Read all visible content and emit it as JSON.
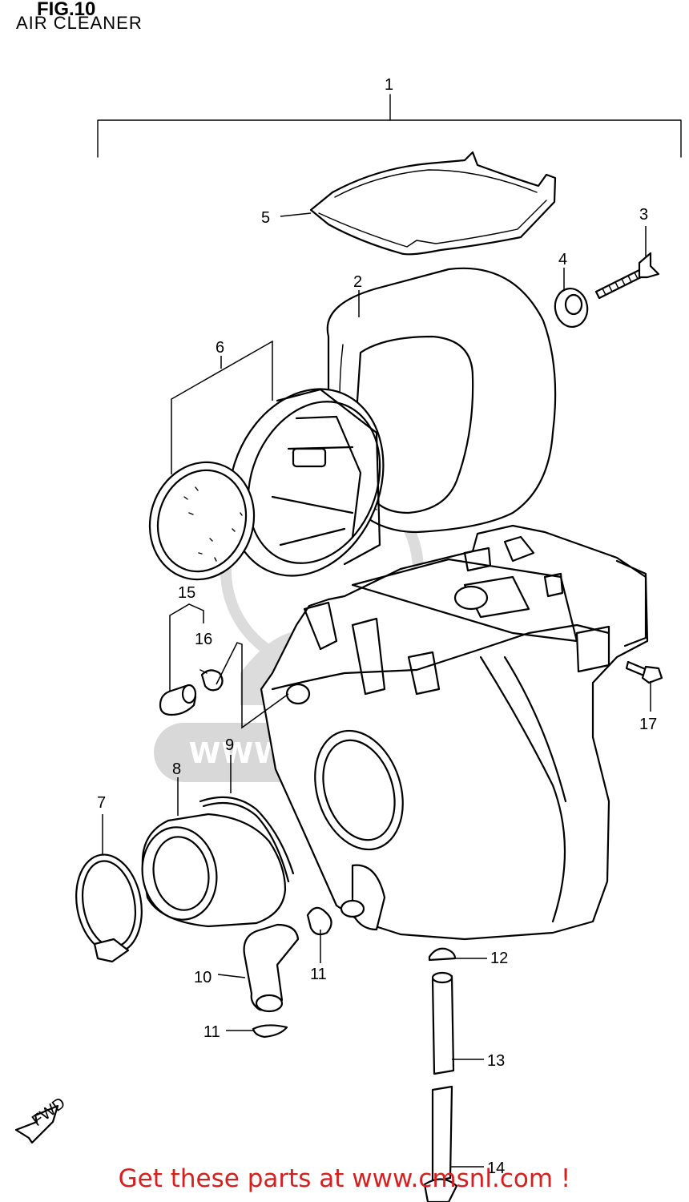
{
  "header": {
    "title": "FIG.10",
    "subtitle": "AIR CLEANER"
  },
  "watermark": {
    "text": "WWW.CMSNL.COM",
    "color": "#d8d8d8"
  },
  "parts": [
    {
      "number": "1"
    },
    {
      "number": "2"
    },
    {
      "number": "3"
    },
    {
      "number": "4"
    },
    {
      "number": "5"
    },
    {
      "number": "6"
    },
    {
      "number": "7"
    },
    {
      "number": "8"
    },
    {
      "number": "9"
    },
    {
      "number": "10"
    },
    {
      "number": "11"
    },
    {
      "number": "11"
    },
    {
      "number": "12"
    },
    {
      "number": "13"
    },
    {
      "number": "14"
    },
    {
      "number": "15"
    },
    {
      "number": "16"
    },
    {
      "number": "17"
    }
  ],
  "fwd_label": "FWD",
  "footer": {
    "text": "Get these parts at www.cmsnl.com !",
    "color": "#d42020"
  }
}
